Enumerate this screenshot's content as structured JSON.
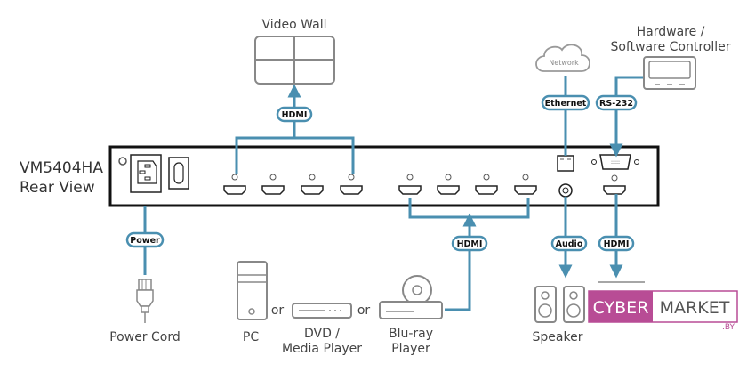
{
  "device": {
    "model": "VM5404HA",
    "view": "Rear View"
  },
  "devices": {
    "video_wall": "Video Wall",
    "network": "Network",
    "controller_line1": "Hardware /",
    "controller_line2": "Software Controller",
    "power_cord": "Power Cord",
    "pc": "PC",
    "dvd_line1": "DVD /",
    "dvd_line2": "Media Player",
    "bluray_line1": "Blu-ray",
    "bluray_line2": "Player",
    "speaker": "Speaker",
    "or": "or"
  },
  "connections": {
    "hdmi_out": "HDMI",
    "hdmi_in": "HDMI",
    "ethernet": "Ethernet",
    "rs232": "RS-232",
    "power": "Power",
    "audio": "Audio",
    "hdmi_local": "HDMI"
  },
  "colors": {
    "cable": "#4a8fb0",
    "outline": "#888888",
    "brand_magenta": "#b84c95"
  },
  "watermark": {
    "part1": "CYBER",
    "part2": "MARKET",
    "suffix": ".BY"
  }
}
